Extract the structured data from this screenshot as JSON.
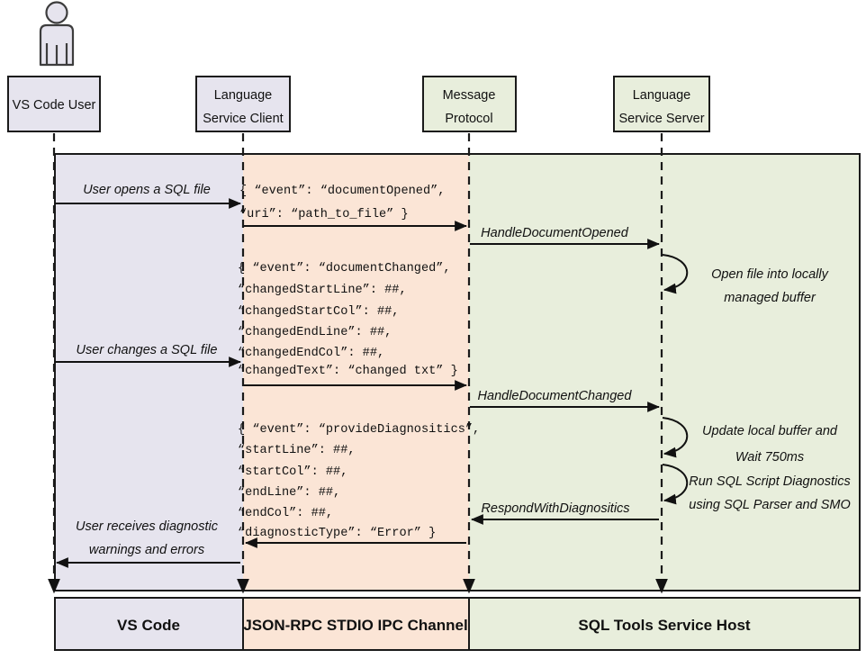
{
  "diagram": {
    "title": "VS Code SQL Tools Language Service sequence diagram",
    "colors": {
      "lavender": "#e6e4ee",
      "peach": "#fbe5d6",
      "green": "#e8eedc",
      "outline": "#1a1a1a"
    }
  },
  "actor": {
    "name": "vs-code-user-actor"
  },
  "participants": [
    {
      "id": "vs-code-user",
      "line1": "VS Code User",
      "line2": "",
      "fill": "lavender"
    },
    {
      "id": "lang-client",
      "line1": "Language",
      "line2": "Service Client",
      "fill": "lavender"
    },
    {
      "id": "message-proto",
      "line1": "Message",
      "line2": "Protocol",
      "fill": "green"
    },
    {
      "id": "lang-server",
      "line1": "Language",
      "line2": "Service Server",
      "fill": "green"
    }
  ],
  "messages": [
    {
      "id": "user-opens-file",
      "label": "User opens a SQL file",
      "style": "italic"
    },
    {
      "id": "handle-doc-opened",
      "label": "HandleDocumentOpened",
      "style": "italic"
    },
    {
      "id": "user-changes-file",
      "label": "User changes a SQL file",
      "style": "italic"
    },
    {
      "id": "handle-doc-changed",
      "label": "HandleDocumentChanged",
      "style": "italic"
    },
    {
      "id": "respond-diagnostics",
      "label": "RespondWithDiagnositics",
      "style": "italic"
    },
    {
      "id": "user-receives-diag-1",
      "label": "User receives diagnostic",
      "style": "italic"
    },
    {
      "id": "user-receives-diag-2",
      "label": "warnings and errors",
      "style": "italic"
    }
  ],
  "self_loops": [
    {
      "id": "open-file-buffer",
      "line1": "Open file into locally",
      "line2": "managed buffer"
    },
    {
      "id": "update-buffer-wait",
      "line1": "Update local buffer and",
      "line2": "Wait 750ms"
    },
    {
      "id": "run-diagnostics",
      "line1": "Run SQL Script Diagnostics",
      "line2": "using SQL Parser and SMO"
    }
  ],
  "json_payloads": [
    {
      "id": "document-opened-payload",
      "lines": [
        "{  “event”: “documentOpened”,",
        "   “uri”: “path_to_file” }"
      ]
    },
    {
      "id": "document-changed-payload",
      "lines": [
        "{  “event”: “documentChanged”,",
        "   “changedStartLine”: ##,",
        "   “changedStartCol”: ##,",
        "   “changedEndLine”: ##,",
        "   “changedEndCol”: ##,",
        "   “changedText”: “changed txt” }"
      ]
    },
    {
      "id": "provide-diagnostics-payload",
      "lines": [
        "{  “event”: “provideDiagnositics”,",
        "   “startLine”: ##,",
        "   “startCol”: ##,",
        "   “endLine”: ##,",
        "   “endCol”: ##,",
        "   “diagnosticType”: “Error” }"
      ]
    }
  ],
  "footer": [
    {
      "id": "footer-vs-code",
      "label": "VS Code",
      "fill": "lavender"
    },
    {
      "id": "footer-jsonrpc",
      "label": "JSON-RPC STDIO IPC Channel",
      "fill": "peach"
    },
    {
      "id": "footer-sqltools",
      "label": "SQL Tools Service Host",
      "fill": "green"
    }
  ]
}
